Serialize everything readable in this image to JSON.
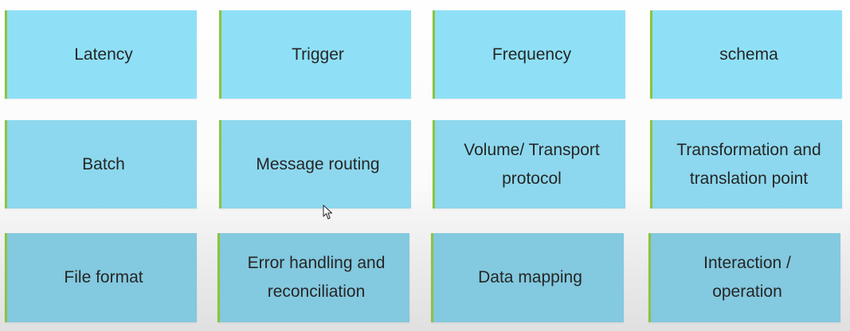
{
  "tiles": [
    {
      "row": 1,
      "col": 1,
      "name": "tile-latency",
      "label": "Latency"
    },
    {
      "row": 1,
      "col": 2,
      "name": "tile-trigger",
      "label": "Trigger"
    },
    {
      "row": 1,
      "col": 3,
      "name": "tile-frequency",
      "label": "Frequency"
    },
    {
      "row": 1,
      "col": 4,
      "name": "tile-schema",
      "label": "schema"
    },
    {
      "row": 2,
      "col": 1,
      "name": "tile-batch",
      "label": "Batch"
    },
    {
      "row": 2,
      "col": 2,
      "name": "tile-message-routing",
      "label": "Message routing"
    },
    {
      "row": 2,
      "col": 3,
      "name": "tile-volume-transport-protocol",
      "label": "Volume/ Transport\nprotocol"
    },
    {
      "row": 2,
      "col": 4,
      "name": "tile-transformation-and-translation-point",
      "label": "Transformation and\ntranslation point"
    },
    {
      "row": 3,
      "col": 1,
      "name": "tile-file-format",
      "label": "File format"
    },
    {
      "row": 3,
      "col": 2,
      "name": "tile-error-handling-and-reconciliation",
      "label": "Error handling and\nreconciliation"
    },
    {
      "row": 3,
      "col": 3,
      "name": "tile-data-mapping",
      "label": "Data mapping"
    },
    {
      "row": 3,
      "col": 4,
      "name": "tile-interaction-operation",
      "label": "Interaction / operation"
    }
  ],
  "colors": {
    "tile_row1": "#8fe0f6",
    "tile_row2": "#8dd8ee",
    "tile_row3": "#83c9df",
    "accent_border": "#8cc43c",
    "text": "#262626"
  },
  "cursor_icon": "mouse-pointer-icon"
}
